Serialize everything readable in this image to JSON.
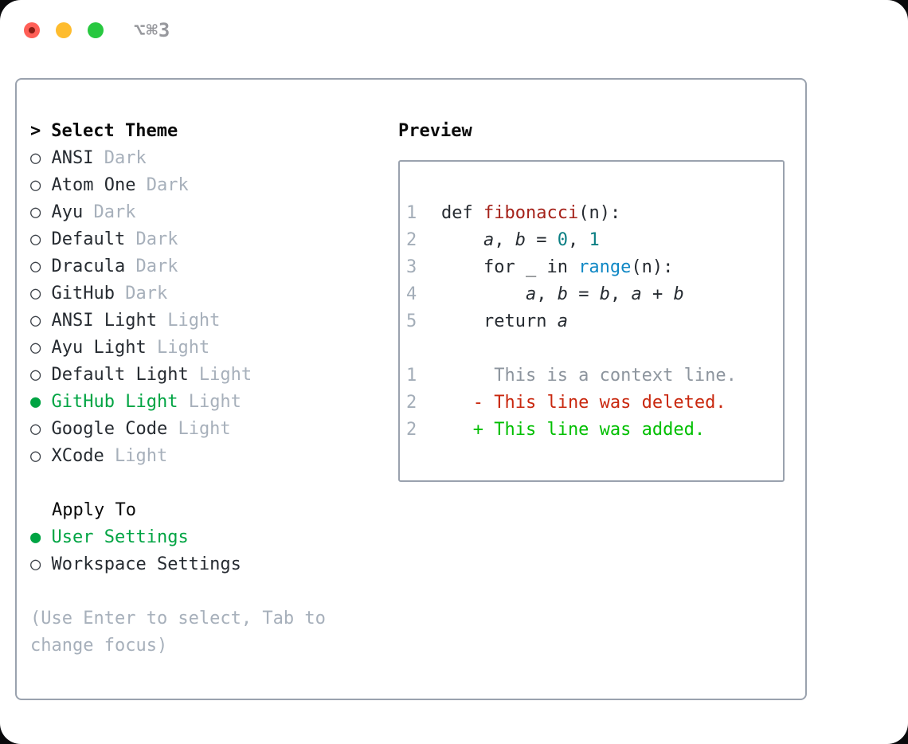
{
  "window": {
    "title": "⌥⌘3"
  },
  "picker": {
    "prompt_char": ">",
    "title": "Select Theme",
    "radio_unselected": "○",
    "radio_selected": "●",
    "themes": [
      {
        "name": "ANSI",
        "variant": "Dark",
        "selected": false
      },
      {
        "name": "Atom One",
        "variant": "Dark",
        "selected": false
      },
      {
        "name": "Ayu",
        "variant": "Dark",
        "selected": false
      },
      {
        "name": "Default",
        "variant": "Dark",
        "selected": false
      },
      {
        "name": "Dracula",
        "variant": "Dark",
        "selected": false
      },
      {
        "name": "GitHub",
        "variant": "Dark",
        "selected": false
      },
      {
        "name": "ANSI Light",
        "variant": "Light",
        "selected": false
      },
      {
        "name": "Ayu Light",
        "variant": "Light",
        "selected": false
      },
      {
        "name": "Default Light",
        "variant": "Light",
        "selected": false
      },
      {
        "name": "GitHub Light",
        "variant": "Light",
        "selected": true
      },
      {
        "name": "Google Code",
        "variant": "Light",
        "selected": false
      },
      {
        "name": "XCode",
        "variant": "Light",
        "selected": false
      }
    ],
    "apply_to": {
      "label": "Apply To",
      "options": [
        {
          "label": "User Settings",
          "selected": true
        },
        {
          "label": "Workspace Settings",
          "selected": false
        }
      ]
    },
    "hint_lines": [
      "(Use Enter to select, Tab to",
      "change focus)"
    ]
  },
  "preview": {
    "title": "Preview",
    "lines": [
      {
        "n": "1",
        "segs": [
          {
            "t": "def "
          },
          {
            "t": "fibonacci",
            "c": "func"
          },
          {
            "t": "(n):"
          }
        ]
      },
      {
        "n": "2",
        "segs": [
          {
            "t": "    "
          },
          {
            "t": "a",
            "i": true
          },
          {
            "t": ", "
          },
          {
            "t": "b",
            "i": true
          },
          {
            "t": " = "
          },
          {
            "t": "0",
            "c": "num"
          },
          {
            "t": ", "
          },
          {
            "t": "1",
            "c": "num"
          }
        ]
      },
      {
        "n": "3",
        "segs": [
          {
            "t": "    for _ in "
          },
          {
            "t": "range",
            "c": "builtin"
          },
          {
            "t": "(n):"
          }
        ]
      },
      {
        "n": "4",
        "segs": [
          {
            "t": "        "
          },
          {
            "t": "a",
            "i": true
          },
          {
            "t": ", "
          },
          {
            "t": "b",
            "i": true
          },
          {
            "t": " = "
          },
          {
            "t": "b",
            "i": true
          },
          {
            "t": ", "
          },
          {
            "t": "a",
            "i": true
          },
          {
            "t": " + "
          },
          {
            "t": "b",
            "i": true
          }
        ]
      },
      {
        "n": "5",
        "segs": [
          {
            "t": "    return "
          },
          {
            "t": "a",
            "i": true
          }
        ]
      },
      {
        "n": "",
        "segs": []
      },
      {
        "n": "1",
        "segs": [
          {
            "t": "     This is a context line.",
            "c": "context"
          }
        ]
      },
      {
        "n": "2",
        "segs": [
          {
            "t": "   - This line was deleted.",
            "c": "deleted"
          }
        ]
      },
      {
        "n": "2",
        "segs": [
          {
            "t": "   + This line was added.",
            "c": "added"
          }
        ]
      }
    ]
  },
  "colors": {
    "accent_green": "#00a443",
    "added_green": "#00bf00",
    "deleted_red": "#c9280f",
    "function_red": "#a5221a",
    "number_teal": "#0b7f84",
    "builtin_blue": "#1088c5",
    "border_gray": "#9aa2ae",
    "muted_gray": "#a7b0bb",
    "traffic_red": "#ff5f57",
    "traffic_yellow": "#febc2e",
    "traffic_green": "#28c840"
  }
}
